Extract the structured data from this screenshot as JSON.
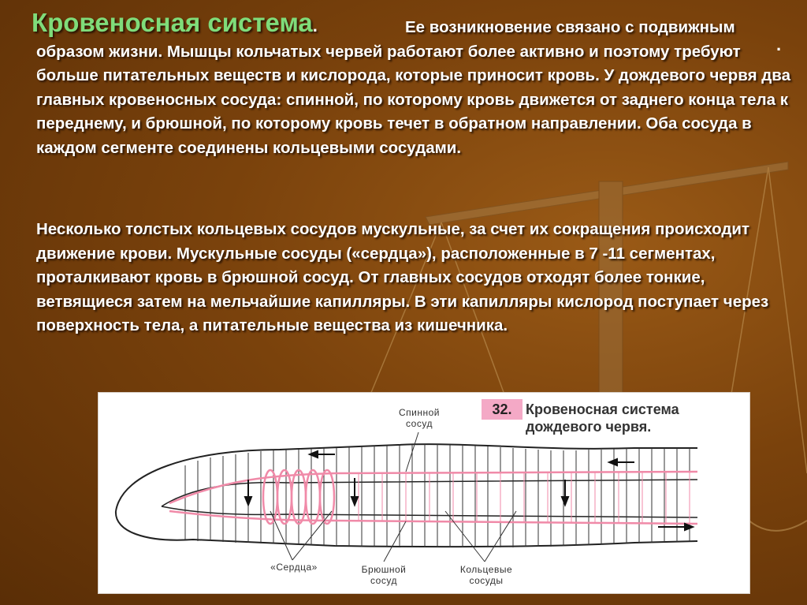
{
  "slide": {
    "title": "Кровеносная система",
    "title_punct": ".",
    "paragraph1": "Ее возникновение связано с подвижным образом жизни. Мышцы кольчатых червей работают более активно и поэтому требуют больше питательных веществ и кислорода, которые приносит кровь. У дождевого червя два главных кровеносных сосуда: спинной, по которому кровь движется от заднего конца тела к переднему, и брюшной, по которому кровь течет в обратном  направлении. Оба сосуда в каждом сегменте соединены кольцевыми сосудами.",
    "paragraph2": "Несколько толстых кольцевых сосудов мускульные, за счет их сокращения происходит движение крови. Мускульные сосуды («сердца»), расположенные  в 7 -11 сегментах, проталкивают кровь в брюшной сосуд. От главных сосудов отходят более тонкие, ветвящиеся затем на мельчайшие капилляры. В эти капилляры кислород поступает через поверхность тела, а питательные вещества из кишечника.",
    "corner_mark": "."
  },
  "figure": {
    "number": "32.",
    "caption": "Кровеносная система дождевого червя.",
    "labels": {
      "dorsal": "Спинной сосуд",
      "hearts": "«Сердца»",
      "ventral": "Брюшной сосуд",
      "ring": "Кольцевые сосуды"
    },
    "colors": {
      "vessels": "#f08aa8",
      "outline": "#222222",
      "caption_bg": "#f4a9c6"
    }
  },
  "colors": {
    "background": "#7a420c",
    "title": "#7fdc7a",
    "text": "#ffffff"
  }
}
